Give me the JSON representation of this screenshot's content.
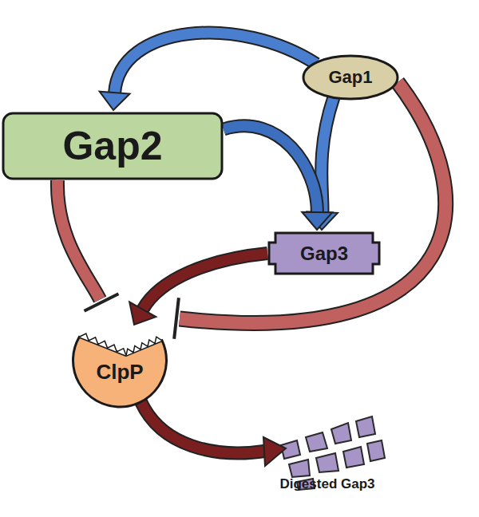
{
  "diagram": {
    "nodes": [
      {
        "text": [
          "Gap1"
        ]
      },
      {
        "text": [
          "Gap2"
        ]
      },
      {
        "text": [
          "Gap3"
        ]
      },
      {
        "text": [
          "ClpP"
        ]
      }
    ],
    "edges": [
      {
        "from": 0,
        "to": 1,
        "arrow": "to"
      },
      {
        "from": 0,
        "to": 2,
        "arrow": "to"
      },
      {
        "from": 1,
        "to": 2,
        "arrow": "to"
      },
      {
        "from": 2,
        "to": 3,
        "arrow": "to"
      },
      {
        "from": 1,
        "to": 3,
        "arrow": "to"
      },
      {
        "from": 0,
        "to": 3,
        "arrow": "to"
      }
    ],
    "labels": [
      "Digested Gap3"
    ]
  }
}
